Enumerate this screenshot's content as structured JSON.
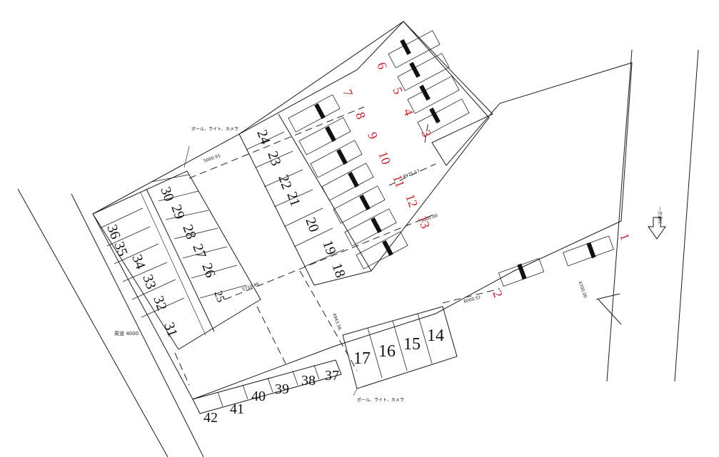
{
  "annotations": {
    "pole_light_camera_top": "ポール、ライト、カメラ",
    "pole_light_camera_bottom": "ポール、ライト、カメラ",
    "road_width": "周道 4000",
    "one_way": "一方通行"
  },
  "dimensions": {
    "d1": "5000.91",
    "d2": "5710.46",
    "d3": "4975.57",
    "d4": "3000.00",
    "d5": "6000.57",
    "d6": "4943.56",
    "d7": "4700.00"
  },
  "slots_black": {
    "s14": "14",
    "s15": "15",
    "s16": "16",
    "s17": "17",
    "s18": "18",
    "s19": "19",
    "s20": "20",
    "s21": "21",
    "s22": "22",
    "s23": "23",
    "s24": "24",
    "s25": "25",
    "s26": "26",
    "s27": "27",
    "s28": "28",
    "s29": "29",
    "s30": "30",
    "s31": "31",
    "s32": "32",
    "s33": "33",
    "s34": "34",
    "s35": "35",
    "s36": "36",
    "s37": "37",
    "s38": "38",
    "s39": "39",
    "s40": "40",
    "s41": "41",
    "s42": "42"
  },
  "slots_red": {
    "s1": "1",
    "s2": "2",
    "s3": "3",
    "s4": "4",
    "s5": "5",
    "s6": "6",
    "s7": "7",
    "s8": "8",
    "s9": "9",
    "s10": "10",
    "s11": "11",
    "s12": "12",
    "s13": "13"
  }
}
